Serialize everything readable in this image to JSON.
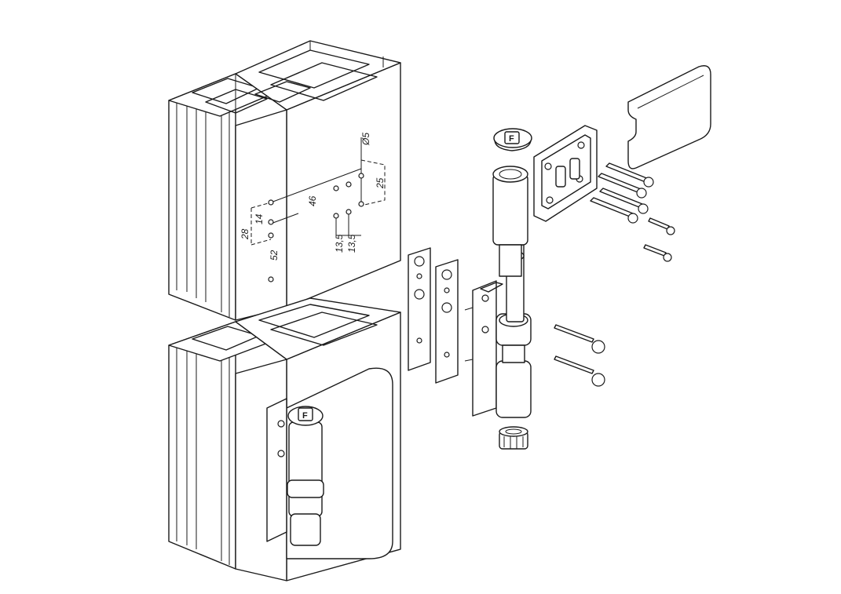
{
  "dimensions": {
    "dia": "Ø5",
    "d25": "25",
    "d46": "46",
    "d14": "14",
    "d28": "28",
    "d52": "52",
    "d135a": "13,5",
    "d135b": "13,5"
  },
  "cap_mark": "F",
  "hinge_mark": "F",
  "colors": {
    "line": "#1a1a1a",
    "paper": "#ffffff"
  }
}
